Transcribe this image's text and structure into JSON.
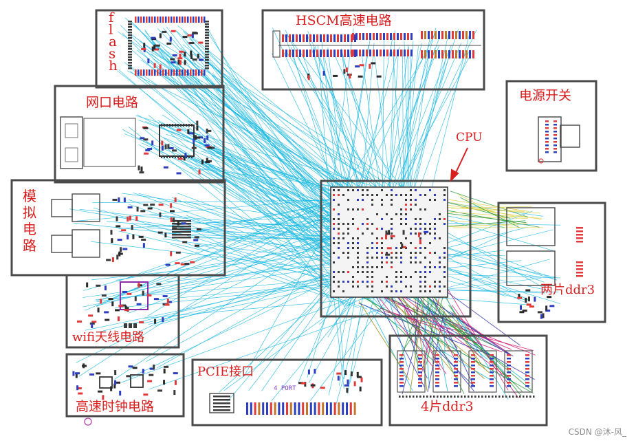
{
  "modules": {
    "flash": "f\nl\na\ns\nh",
    "hscm": "HSCM高速电路",
    "network": "网口电路",
    "power_switch": "电源开关",
    "analog": "模\n拟\n电\n路",
    "cpu": "CPU",
    "ddr3_two": "两片ddr3",
    "wifi": "wifi天线电路",
    "pcie": "PCIE接口",
    "clock": "高速时钟电路",
    "ddr3_four": "4片ddr3"
  },
  "pcie_port_note": "4 PORT",
  "watermark": "CSDN @沐-风_",
  "colors": {
    "label": "#d81e1e",
    "frame": "#4a4a4a",
    "ratsnest_main": "#19b8e0",
    "ratsnest_ddr_a": "#d0176a",
    "ratsnest_ddr_b": "#2b2fa8",
    "ratsnest_ddr_c": "#9b8a10",
    "ratsnest_ddr_d": "#2a9a3a",
    "ratsnest_ddr_e": "#e0d24a",
    "pad_red": "#e23a3a",
    "pad_blue": "#2d3fbf",
    "pad_gray": "#3a3a3a",
    "annotation_arrow": "#d81e1e"
  }
}
